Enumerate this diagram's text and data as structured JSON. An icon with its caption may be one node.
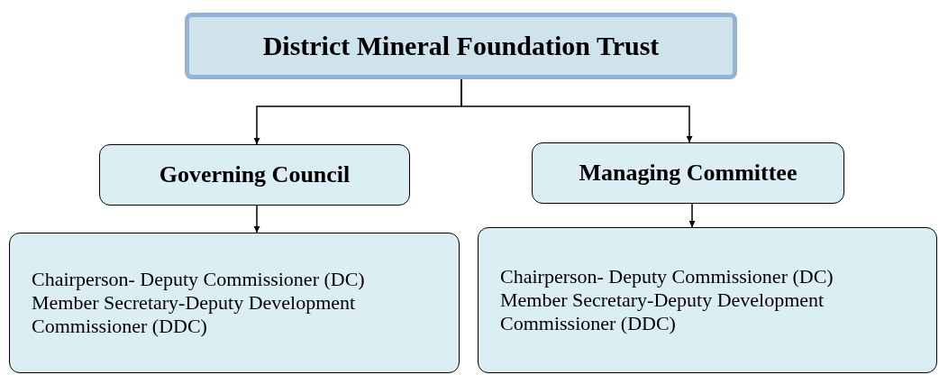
{
  "diagram": {
    "nodes": [
      {
        "text": [
          "District Mineral Foundation Trust"
        ]
      },
      {
        "text": [
          "Governing Council"
        ]
      },
      {
        "text": [
          "Managing Committee"
        ]
      },
      {
        "text": [
          "Chairperson- Deputy Commissioner (DC)",
          "Member Secretary-Deputy Development Commissioner (DDC)"
        ]
      },
      {
        "text": [
          "Chairperson- Deputy Commissioner (DC)",
          "Member Secretary-Deputy Development Commissioner (DDC)"
        ]
      }
    ],
    "edges": [
      {
        "from": 0,
        "to": 1,
        "arrow": "to"
      },
      {
        "from": 0,
        "to": 2,
        "arrow": "to"
      },
      {
        "from": 1,
        "to": 3,
        "arrow": "to"
      },
      {
        "from": 2,
        "to": 4,
        "arrow": "to"
      }
    ]
  }
}
